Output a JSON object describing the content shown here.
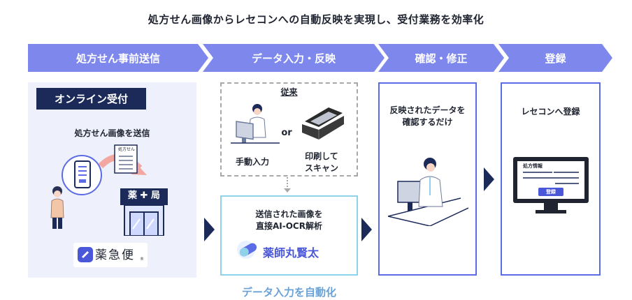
{
  "title": "処方せん画像からレセコンへの自動反映を実現し、受付業務を効率化",
  "steps": [
    {
      "label": "処方せん事前送信"
    },
    {
      "label": "データ入力・反映"
    },
    {
      "label": "確認・修正"
    },
    {
      "label": "登録"
    }
  ],
  "online": {
    "badge": "オンライン受付",
    "send_text": "処方せん画像を送信",
    "paper_label": "処方せん",
    "pharmacy_sign": "薬 ✚ 局",
    "app_name": "薬急便",
    "app_mark": "®"
  },
  "conventional": {
    "heading": "従来",
    "manual": "手動入力",
    "or": "or",
    "scan_line1": "印刷して",
    "scan_line2": "スキャン"
  },
  "ai": {
    "line1": "送信された画像を",
    "line2": "直接AI-OCR解析",
    "product": "薬師丸賢太"
  },
  "caption": "データ入力を自動化",
  "confirm": {
    "line1": "反映されたデータを",
    "line2": "確認するだけ"
  },
  "register": {
    "label": "レセコンへ登録",
    "screen_title": "処方情報",
    "screen_button": "登録"
  },
  "colors": {
    "chevron": "#7d87ec",
    "navy": "#1c2a5a",
    "panel_border": "#5c6be6",
    "caption": "#6aa2d8",
    "ai_border": "#8fd3ea"
  }
}
